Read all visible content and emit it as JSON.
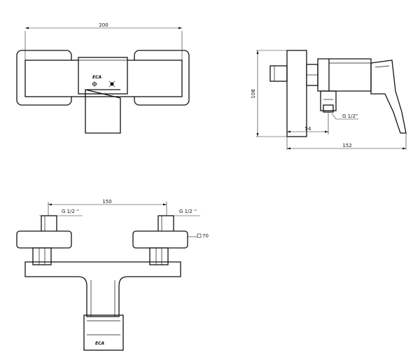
{
  "dimensions": {
    "front_width": "200",
    "side_height": "108",
    "side_connection": "54",
    "side_thread": "G 1/2\"",
    "side_depth": "152",
    "bottom_spacing": "150",
    "bottom_thread_left": "G 1/2 ''",
    "bottom_thread_right": "G 1/2 ''",
    "bottom_square": "70"
  },
  "brand": {
    "logo_text": "ECA"
  }
}
